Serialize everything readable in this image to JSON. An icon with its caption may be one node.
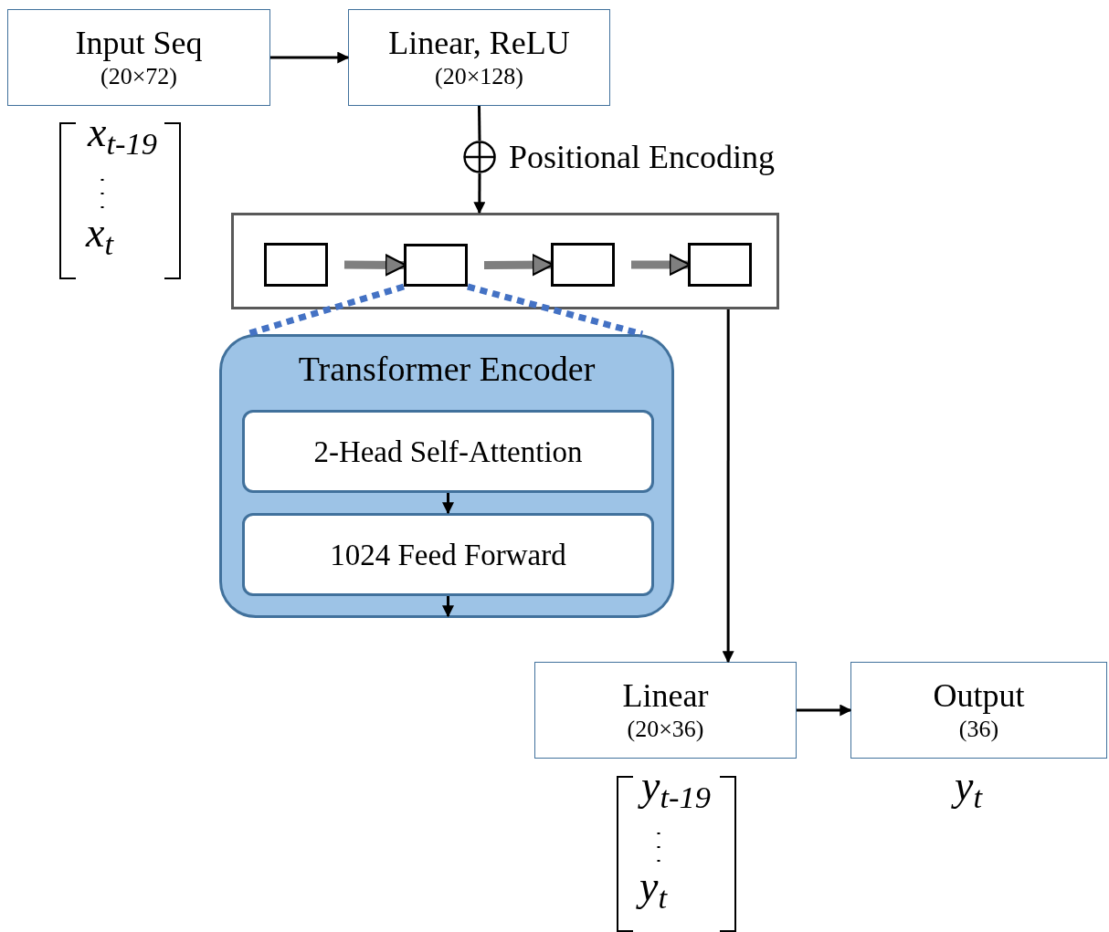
{
  "diagram": {
    "nodes": [
      {
        "text": [
          "Input Seq",
          "(20×72)"
        ]
      },
      {
        "text": [
          "Linear, ReLU",
          "(20×128)"
        ]
      },
      {
        "text": [],
        "shape": "circle",
        "beside": [
          "Positional Encoding"
        ]
      },
      {
        "text": [],
        "shape": "box"
      },
      {
        "text": [],
        "shape": "box",
        "in": 3
      },
      {
        "text": [],
        "shape": "box",
        "in": 3
      },
      {
        "text": [],
        "shape": "box",
        "in": 3
      },
      {
        "text": [],
        "shape": "box",
        "in": 3
      },
      {
        "text": [
          "Transformer Encoder"
        ]
      },
      {
        "text": [
          "2-Head Self-Attention"
        ],
        "in": 8
      },
      {
        "text": [
          "1024 Feed Forward"
        ],
        "in": 8
      },
      {
        "text": [
          "Linear",
          "(20×36)"
        ]
      },
      {
        "text": [
          "Output",
          "(36)"
        ]
      }
    ],
    "edges": [
      {
        "from": 0,
        "to": 1,
        "arrow": "to"
      },
      {
        "from": 1,
        "to": 2,
        "arrow": "none"
      },
      {
        "from": 2,
        "to": 3,
        "arrow": "to"
      },
      {
        "from": 4,
        "to": 5,
        "arrow": "to",
        "style": "thick",
        "color": "#7f7f7f"
      },
      {
        "from": 5,
        "to": 6,
        "arrow": "to",
        "style": "thick",
        "color": "#7f7f7f"
      },
      {
        "from": 6,
        "to": 7,
        "arrow": "to",
        "style": "thick",
        "color": "#7f7f7f"
      },
      {
        "from": 9,
        "to": 10,
        "arrow": "to"
      },
      {
        "from": 10,
        "to": null,
        "arrow": "to"
      },
      {
        "from": 3,
        "to": 11,
        "arrow": "to"
      },
      {
        "from": 11,
        "to": 12,
        "arrow": "to"
      },
      {
        "from": 5,
        "to": 8,
        "arrow": "none",
        "style": "dashed",
        "color": "#4472c4"
      },
      {
        "from": 5,
        "to": 8,
        "arrow": "none",
        "style": "dashed",
        "color": "#4472c4"
      }
    ],
    "labels": [
      "x$_{t-19}$",
      "x$_{t}$",
      "y$_{t-19}$",
      "y$_{t}$",
      "y$_{t}$"
    ]
  }
}
